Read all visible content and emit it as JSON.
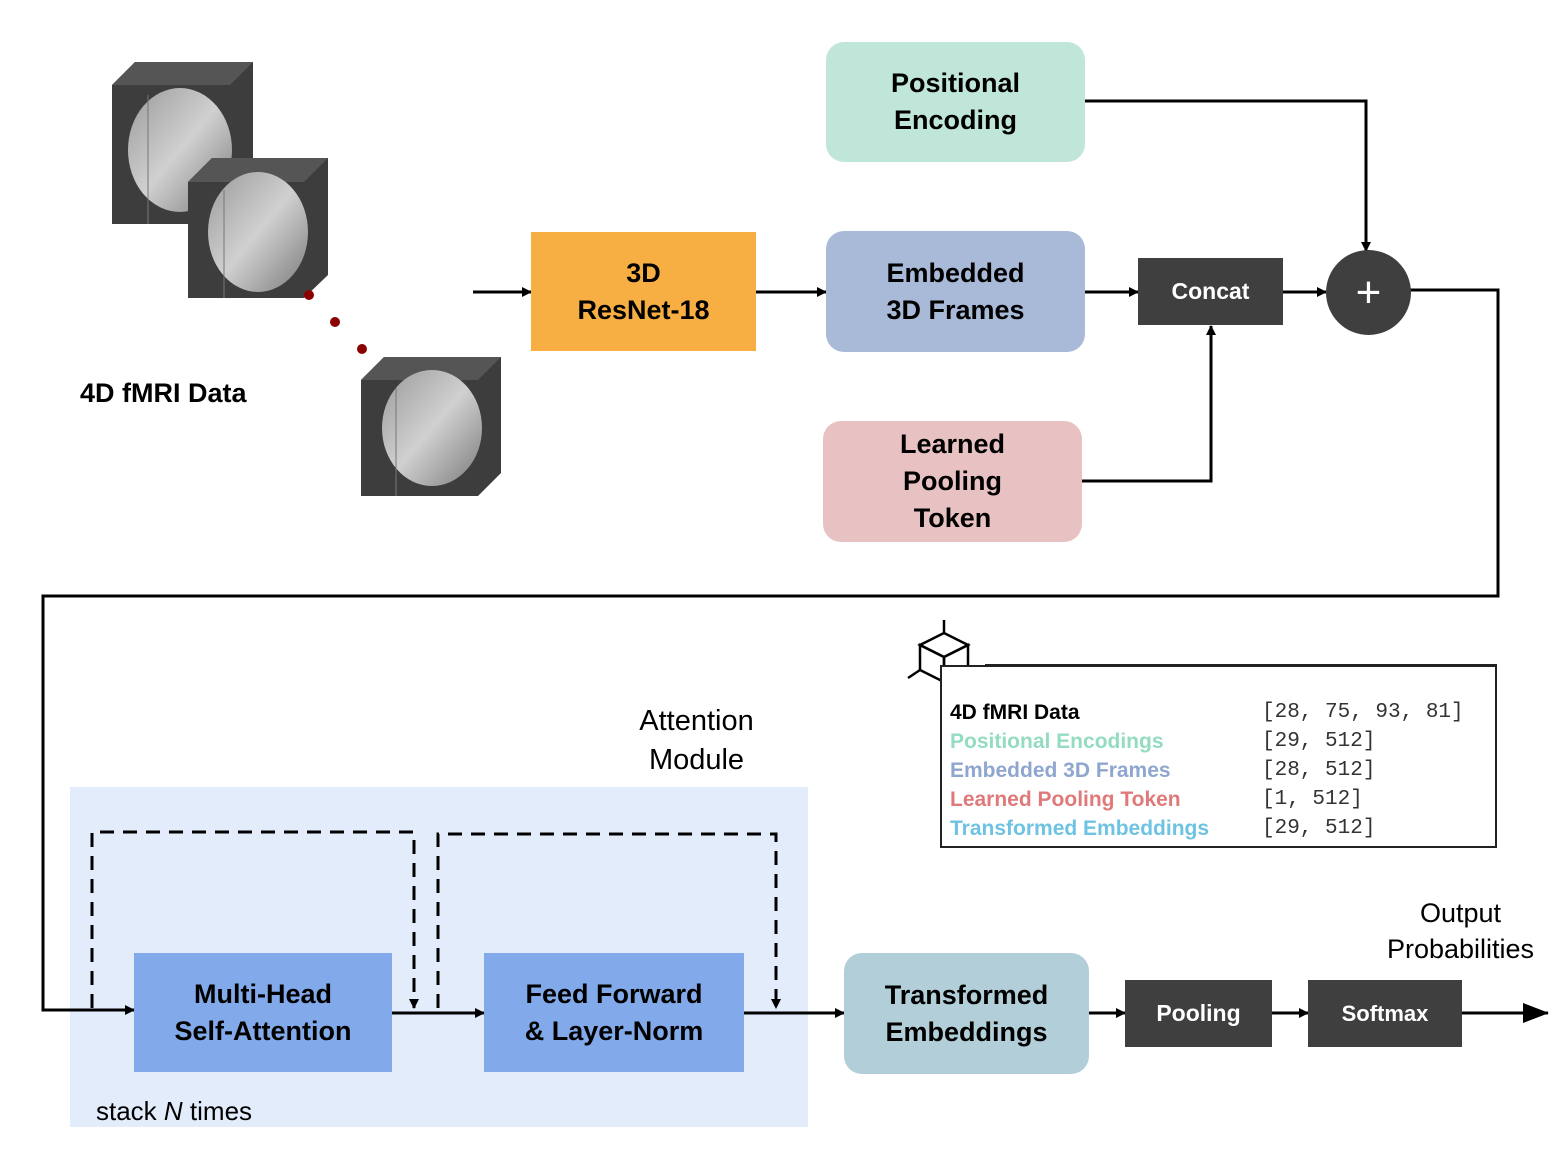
{
  "input": {
    "label": "4D fMRI Data"
  },
  "blocks": {
    "resnet": [
      "3D",
      "ResNet-18"
    ],
    "positional_encoding": [
      "Positional",
      "Encoding"
    ],
    "embedded_frames": [
      "Embedded",
      "3D Frames"
    ],
    "pooling_token": [
      "Learned",
      "Pooling",
      "Token"
    ],
    "concat": "Concat",
    "plus": "+",
    "multi_head": [
      "Multi-Head",
      "Self-Attention"
    ],
    "feed_forward": [
      "Feed Forward",
      "& Layer-Norm"
    ],
    "transformed": [
      "Transformed",
      "Embeddings"
    ],
    "pooling": "Pooling",
    "softmax": "Softmax"
  },
  "attention_module": {
    "title": [
      "Attention",
      "Module"
    ],
    "stack_prefix": "stack ",
    "stack_n": "N",
    "stack_suffix": " times"
  },
  "output": {
    "label": [
      "Output",
      "Probabilities"
    ]
  },
  "legend": {
    "rows": [
      {
        "name": "4D fMRI Data",
        "shape": "[28, 75, 93, 81]",
        "color": "#000000"
      },
      {
        "name": "Positional Encodings",
        "shape": "[29, 512]",
        "color": "#93dcc0"
      },
      {
        "name": "Embedded 3D Frames",
        "shape": "[28, 512]",
        "color": "#8fa6cf"
      },
      {
        "name": "Learned Pooling Token",
        "shape": "[1, 512]",
        "color": "#e07a7a"
      },
      {
        "name": "Transformed Embeddings",
        "shape": "[29, 512]",
        "color": "#6fc3e2"
      }
    ]
  },
  "colors": {
    "resnet": "#f7ae42",
    "positional": "#c0e6d9",
    "embedded": "#a9b9d8",
    "pooling_token": "#e8c2c2",
    "attention_bg": "#e3ecfb",
    "attention_blocks": "#82aaea",
    "transformed": "#b1ced9",
    "dark": "#3f3f3f",
    "dots": "#8b0000"
  }
}
